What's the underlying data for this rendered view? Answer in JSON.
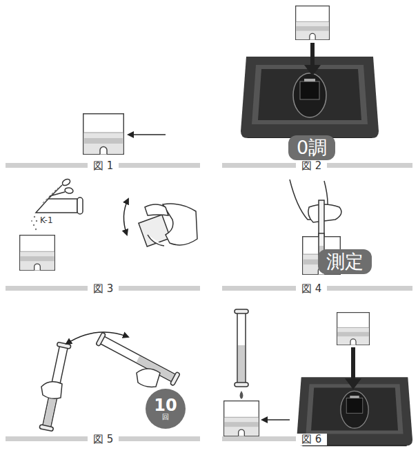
{
  "diagram": {
    "nodes": [
      {
        "text": [
          "0調"
        ]
      },
      {
        "text": [
          "測定"
        ]
      },
      {
        "text": [
          "10",
          "回"
        ]
      }
    ],
    "labels": [
      "図 1",
      "図 2",
      "K-1",
      "図 3",
      "図 4",
      "図 5",
      "図 6"
    ]
  }
}
